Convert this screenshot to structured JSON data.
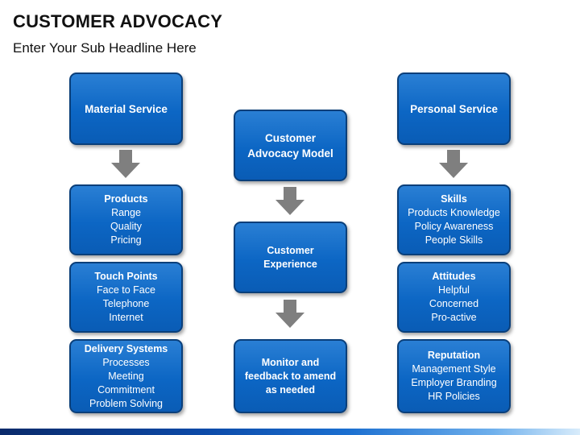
{
  "header": {
    "title": "CUSTOMER ADVOCACY",
    "subtitle": "Enter Your Sub Headline Here"
  },
  "colors": {
    "box_fill": "#0c66c4",
    "box_border": "#0a3f7a",
    "arrow": "#7f7f7f"
  },
  "left": {
    "top": "Material Service",
    "products": {
      "title": "Products",
      "lines": [
        "Range",
        "Quality",
        "Pricing"
      ]
    },
    "touch_points": {
      "title": "Touch Points",
      "lines": [
        "Face to Face",
        "Telephone",
        "Internet"
      ]
    },
    "delivery": {
      "title": "Delivery Systems",
      "lines": [
        "Processes",
        "Meeting",
        "Commitment",
        "Problem Solving"
      ]
    }
  },
  "center": {
    "model_line1": "Customer",
    "model_line2": "Advocacy Model",
    "experience_line1": "Customer",
    "experience_line2": "Experience",
    "monitor_line1": "Monitor and",
    "monitor_line2": "feedback to amend",
    "monitor_line3": "as needed"
  },
  "right": {
    "top": "Personal Service",
    "skills": {
      "title": "Skills",
      "lines": [
        "Products Knowledge",
        "Policy Awareness",
        "People Skills"
      ]
    },
    "attitudes": {
      "title": "Attitudes",
      "lines": [
        "Helpful",
        "Concerned",
        "Pro-active"
      ]
    },
    "reputation": {
      "title": "Reputation",
      "lines": [
        "Management Style",
        "Employer Branding",
        "HR Policies"
      ]
    }
  }
}
